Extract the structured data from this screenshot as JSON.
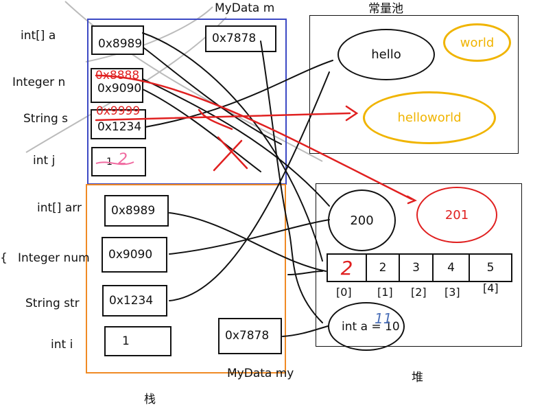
{
  "stack_caption": "栈",
  "heap_caption": "堆",
  "pool_caption": "常量池",
  "mydata_m_caption": "MyData m",
  "mydata_my_caption": "MyData my",
  "upper_vars": [
    {
      "label": "int[]  a",
      "value": "0x8989"
    },
    {
      "label": "Integer n",
      "value": "0x9090",
      "overwritten": "0x8888"
    },
    {
      "label": "String  s",
      "value": "0x1234",
      "overwritten": "0x9999"
    },
    {
      "label": "int  j",
      "value": "1",
      "overwritten": "2"
    }
  ],
  "mydata_m_value": "0x7878",
  "lower_vars": [
    {
      "label": "int[]    arr",
      "value": "0x8989"
    },
    {
      "label": "Integer num",
      "value": "0x9090"
    },
    {
      "label": "String str",
      "value": "0x1234"
    },
    {
      "label": "int  i",
      "value": "1"
    }
  ],
  "left_bracket": "{",
  "mydata_my_value": "0x7878",
  "pool_items": [
    {
      "text": "hello",
      "color": "#111111"
    },
    {
      "text": "world",
      "color": "#f0b400"
    },
    {
      "text": "helloworld",
      "color": "#f0b400"
    }
  ],
  "heap_items": [
    {
      "text": "200",
      "color": "#111111"
    },
    {
      "text": "201",
      "color": "#e02020"
    }
  ],
  "array_values": [
    "2",
    "2",
    "3",
    "4",
    "5"
  ],
  "array_indices": [
    "[0]",
    "[1]",
    "[2]",
    "[3]",
    "[4]"
  ],
  "array_first_overwrite": "2",
  "object_field": "int a = 10",
  "object_field_overwrite": "11",
  "colors": {
    "blue": "#3b48c4",
    "orange": "#f08a24",
    "red": "#e02020",
    "yellow": "#f0b400",
    "pink": "#f06aa0"
  }
}
